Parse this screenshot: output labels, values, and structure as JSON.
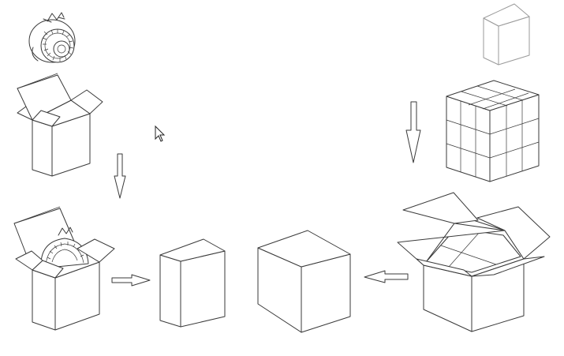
{
  "diagram": {
    "kind": "packaging-process-illustration",
    "colors": {
      "line": "#3a3a3a",
      "faint": "#9a9a9a",
      "background": "#ffffff"
    },
    "items": [
      {
        "id": "gear-part",
        "icon": "gear-icon"
      },
      {
        "id": "open-unit-box",
        "icon": "open-box-icon"
      },
      {
        "id": "packed-unit-box",
        "icon": "open-box-with-part-icon"
      },
      {
        "id": "closed-unit-box",
        "icon": "closed-box-icon"
      },
      {
        "id": "closed-shipping-carton",
        "icon": "closed-carton-icon"
      },
      {
        "id": "open-shipping-carton",
        "icon": "open-carton-with-partitions-icon"
      },
      {
        "id": "box-stack",
        "icon": "stacked-boxes-icon"
      },
      {
        "id": "single-unit-box-faint",
        "icon": "closed-box-icon"
      }
    ],
    "arrows": [
      {
        "id": "arrow-down-left",
        "direction": "down",
        "icon": "arrow-down-icon"
      },
      {
        "id": "arrow-right",
        "direction": "right",
        "icon": "arrow-right-icon"
      },
      {
        "id": "arrow-left",
        "direction": "left",
        "icon": "arrow-left-icon"
      },
      {
        "id": "arrow-down-right",
        "direction": "down",
        "icon": "arrow-down-icon"
      }
    ],
    "cursor": {
      "icon": "mouse-pointer-icon"
    }
  }
}
